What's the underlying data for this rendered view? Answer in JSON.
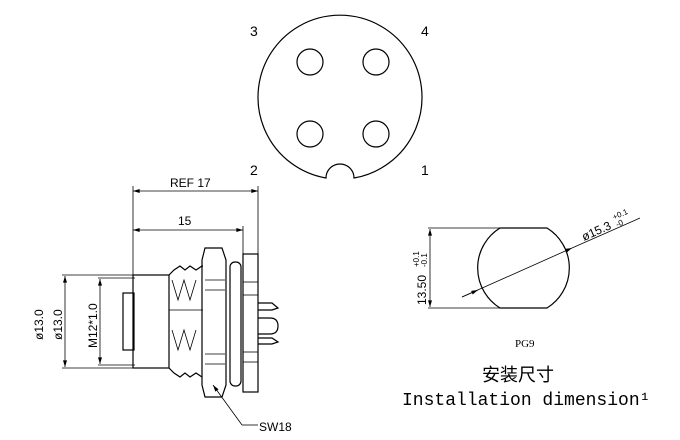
{
  "pinout": {
    "pins": [
      "1",
      "2",
      "3",
      "4"
    ]
  },
  "side_view": {
    "ref_length": "REF 17",
    "length": "15",
    "outer_diameter_1": "ø13.0",
    "outer_diameter_2": "ø13.0",
    "thread": "M12*1.0",
    "wrench_size": "SW18"
  },
  "installation": {
    "height_dim": "13.50",
    "height_tol_upper": "+0.1",
    "height_tol_lower": "-0.1",
    "diameter_dim": "ø15.3",
    "diameter_tol_upper": "+0.1",
    "diameter_tol_lower": "-0",
    "thread_type": "PG9",
    "title_cn": "安装尺寸",
    "title_en": "Installation dimension¹"
  }
}
